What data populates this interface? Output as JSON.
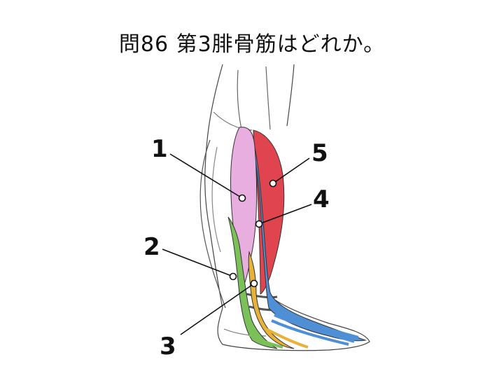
{
  "question": {
    "title": "問86 第3腓骨筋はどれか。"
  },
  "labels": [
    {
      "id": "1"
    },
    {
      "id": "2"
    },
    {
      "id": "3"
    },
    {
      "id": "4"
    },
    {
      "id": "5"
    }
  ],
  "colors": {
    "muscle_1": "#e8aee0",
    "muscle_2": "#7cc05a",
    "muscle_3": "#e6b23a",
    "muscle_4": "#4f8fd6",
    "muscle_5": "#e0454f",
    "outline": "#333333"
  }
}
